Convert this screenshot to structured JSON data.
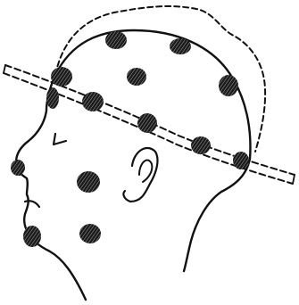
{
  "colors": {
    "background": "#ffffff",
    "ink": "#111111",
    "spot": "#1a1a1a"
  },
  "figure": {
    "subject": "head-profile-left-facing",
    "elements": [
      "head-outline",
      "hair-dashed-outline",
      "oblique-dashed-band",
      "ear",
      "eye",
      "nose",
      "mouth",
      "neck"
    ],
    "spot_count": 14,
    "spot_style": "hatched-dark-blot"
  }
}
